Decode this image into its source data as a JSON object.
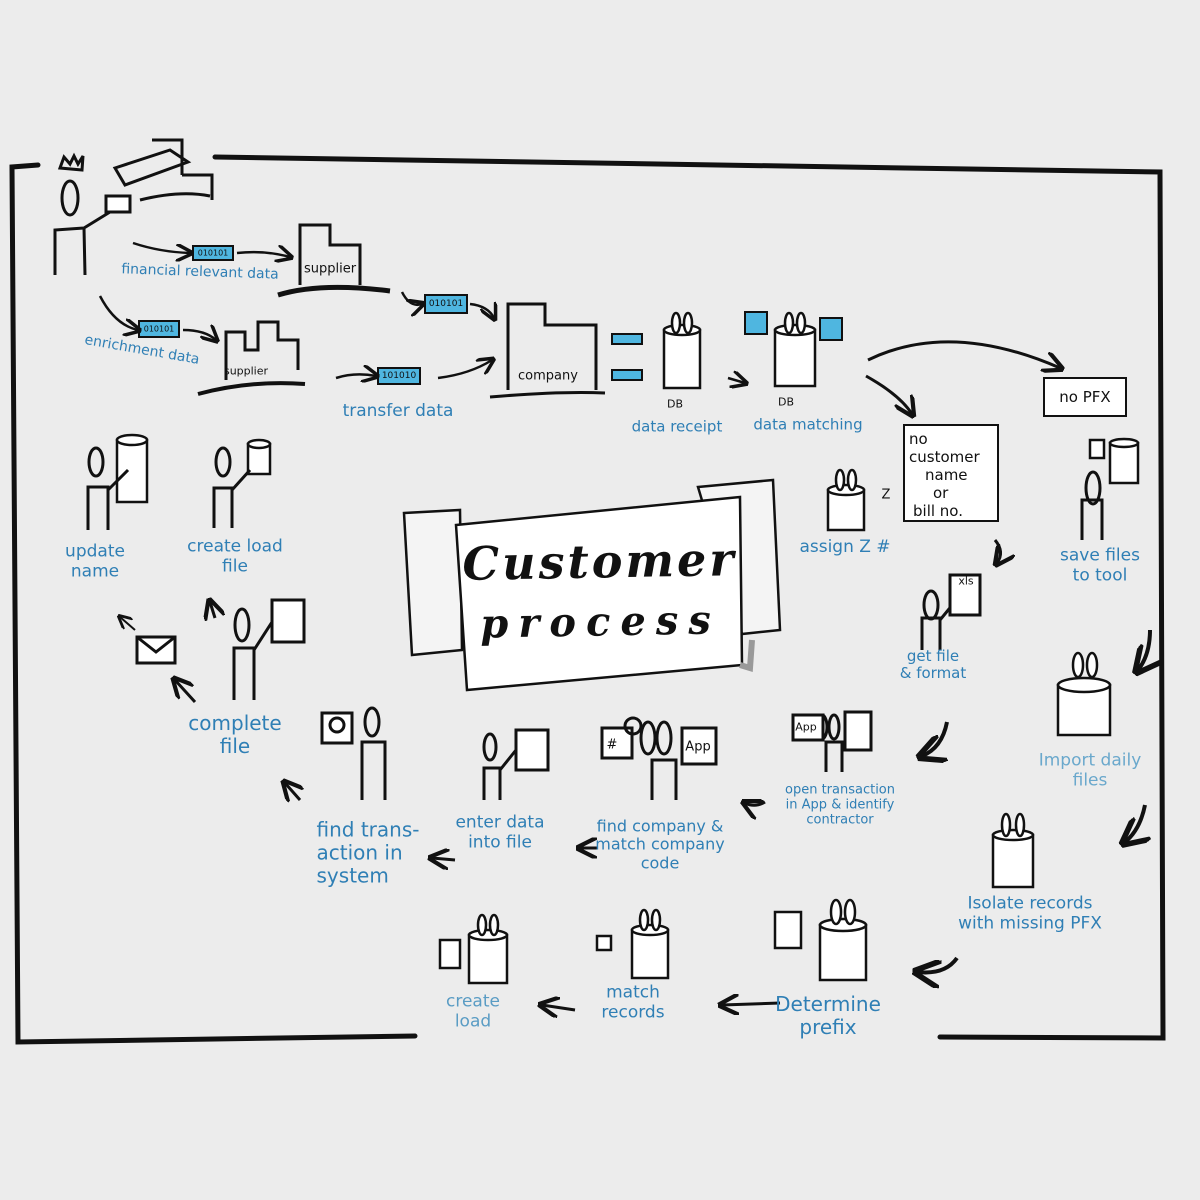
{
  "colors": {
    "ink": "#111111",
    "label_blue": "#2f7fb5",
    "file_blue": "#4fb6e0",
    "background": "#ececec"
  },
  "title": {
    "line1": "Customer",
    "line2": "process"
  },
  "top_flow": {
    "financial_label": "financial relevant data",
    "enrichment_label": "enrichment data",
    "transfer_label": "transfer data",
    "supplier_1": "supplier",
    "supplier_2": "supplier",
    "company": "company",
    "file_codes": [
      "010101",
      "010101",
      "010101",
      "101010"
    ],
    "db_receipt": {
      "db": "DB",
      "label": "data receipt"
    },
    "db_matching": {
      "db": "DB",
      "label": "data matching"
    }
  },
  "branches": {
    "no_pfx": "no PFX",
    "no_customer": [
      "no customer",
      "name",
      "or",
      "bill no."
    ],
    "save_files": [
      "save files",
      "to tool"
    ],
    "assign_z": "assign Z #",
    "z_mark": "Z",
    "get_file": [
      "get file",
      "& format"
    ],
    "xls": "xls",
    "import_daily": [
      "Import daily",
      "files"
    ],
    "isolate": [
      "Isolate records",
      "with missing PFX"
    ]
  },
  "bottom_flow": {
    "determine_prefix": [
      "Determine",
      "prefix"
    ],
    "match_records": [
      "match",
      "records"
    ],
    "create_load": [
      "create",
      "load"
    ]
  },
  "middle_flow": {
    "open_transaction": [
      "open transaction",
      "in App & identify",
      "contractor"
    ],
    "app_tag": "App",
    "find_company": [
      "find company &",
      "match company",
      "code"
    ],
    "hash_tag": "#",
    "enter_data": [
      "enter data",
      "into file"
    ],
    "find_transaction": [
      "find trans-",
      "action in",
      "system"
    ],
    "complete_file": [
      "complete",
      "file"
    ],
    "update_name": [
      "update",
      "name"
    ],
    "create_load_file": [
      "create load",
      "file"
    ]
  }
}
